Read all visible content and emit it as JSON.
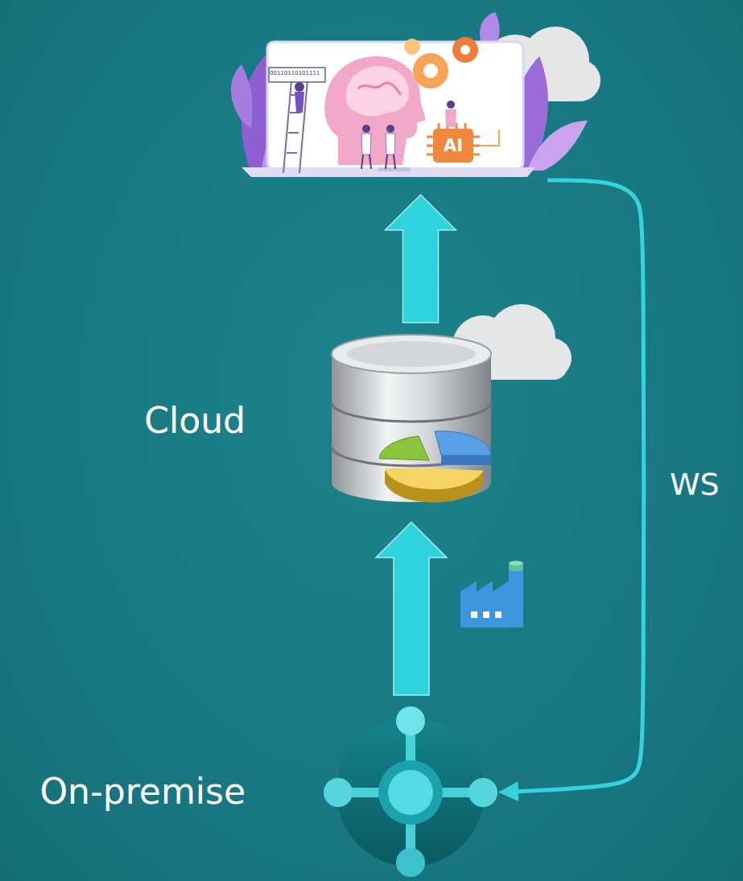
{
  "diagram": {
    "nodes": [
      {
        "text": [
          "AI"
        ]
      },
      {
        "text": [
          "Cloud"
        ]
      },
      {
        "text": [
          "On-premise"
        ]
      }
    ],
    "edges": [
      {
        "from": 2,
        "to": 1,
        "arrow": "to"
      },
      {
        "from": 1,
        "to": 0,
        "arrow": "to"
      },
      {
        "from": 0,
        "to": 2,
        "label": "WS",
        "arrow": "to"
      }
    ],
    "labels": [
      "00110110101111"
    ]
  }
}
